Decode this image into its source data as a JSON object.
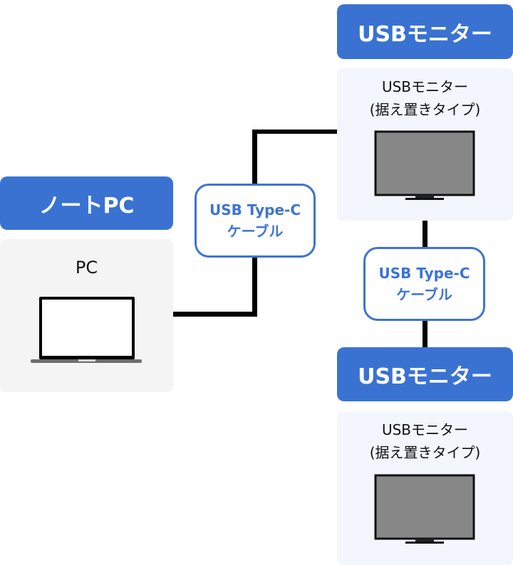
{
  "pc": {
    "header": "ノートPC",
    "label": "PC",
    "icon": "laptop-icon"
  },
  "monitor_top": {
    "header": "USBモニター",
    "label_line1": "USBモニター",
    "label_line2": "(据え置きタイプ)",
    "icon": "monitor-icon"
  },
  "monitor_bottom": {
    "header": "USBモニター",
    "label_line1": "USBモニター",
    "label_line2": "(据え置きタイプ)",
    "icon": "monitor-icon"
  },
  "cable_pc_monitor": {
    "line1": "USB Type-C",
    "line2": "ケーブル"
  },
  "cable_monitor_monitor": {
    "line1": "USB Type-C",
    "line2": "ケーブル"
  },
  "colors": {
    "accent": "#3a72d2",
    "pc_panel": "#f4f4f4",
    "monitor_panel": "#f3f6fd",
    "wire": "#000000"
  }
}
